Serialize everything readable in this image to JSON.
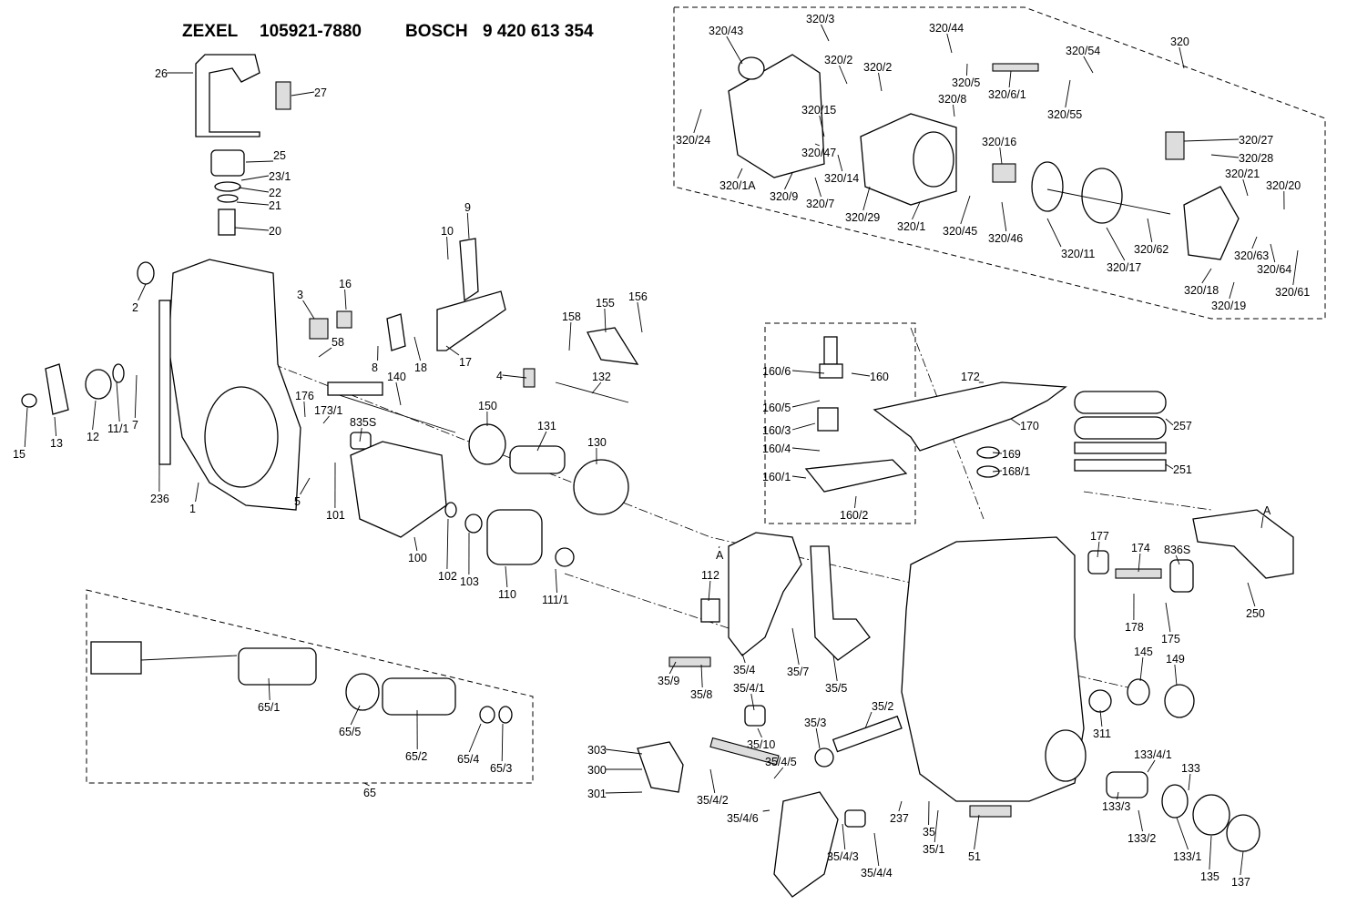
{
  "header": {
    "brand1": "ZEXEL",
    "part_no1": "105921-7880",
    "brand2": "BOSCH",
    "part_no2": "9 420 613 354"
  },
  "callouts": [
    "320/43",
    "320/3",
    "320/2",
    "320/2",
    "320/44",
    "320/54",
    "320",
    "320/24",
    "320/15",
    "320/47",
    "320/14",
    "320/8",
    "320/5",
    "320/6/1",
    "320/55",
    "320/1A",
    "320/9",
    "320/7",
    "320/29",
    "320/1",
    "320/45",
    "320/46",
    "320/16",
    "320/11",
    "320/17",
    "320/62",
    "320/27",
    "320/28",
    "320/21",
    "320/20",
    "320/63",
    "320/64",
    "320/61",
    "320/18",
    "320/19",
    "26",
    "27",
    "25",
    "23/1",
    "22",
    "21",
    "20",
    "2",
    "3",
    "16",
    "58",
    "8",
    "18",
    "10",
    "9",
    "17",
    "158",
    "155",
    "156",
    "4",
    "132",
    "15",
    "13",
    "12",
    "11/1",
    "7",
    "140",
    "176",
    "173/1",
    "835S",
    "150",
    "131",
    "130",
    "236",
    "1",
    "5",
    "101",
    "100",
    "102",
    "103",
    "110",
    "111/1",
    "160/6",
    "160",
    "160/5",
    "160/3",
    "160/4",
    "160/1",
    "160/2",
    "172",
    "170",
    "169",
    "168/1",
    "257",
    "251",
    "A",
    "A",
    "250",
    "112",
    "177",
    "174",
    "836S",
    "178",
    "175",
    "35/4",
    "35/4/1",
    "35/7",
    "35/5",
    "35/9",
    "35/8",
    "145",
    "149",
    "35/10",
    "35/3",
    "35/2",
    "311",
    "65/1",
    "65/5",
    "65/2",
    "65/4",
    "65/3",
    "65",
    "303",
    "300",
    "301",
    "35/4/2",
    "35/4/5",
    "35/4/6",
    "35/4/3",
    "35/4/4",
    "237",
    "35",
    "35/1",
    "51",
    "133/4/1",
    "133",
    "133/3",
    "133/2",
    "133/1",
    "135",
    "137"
  ]
}
